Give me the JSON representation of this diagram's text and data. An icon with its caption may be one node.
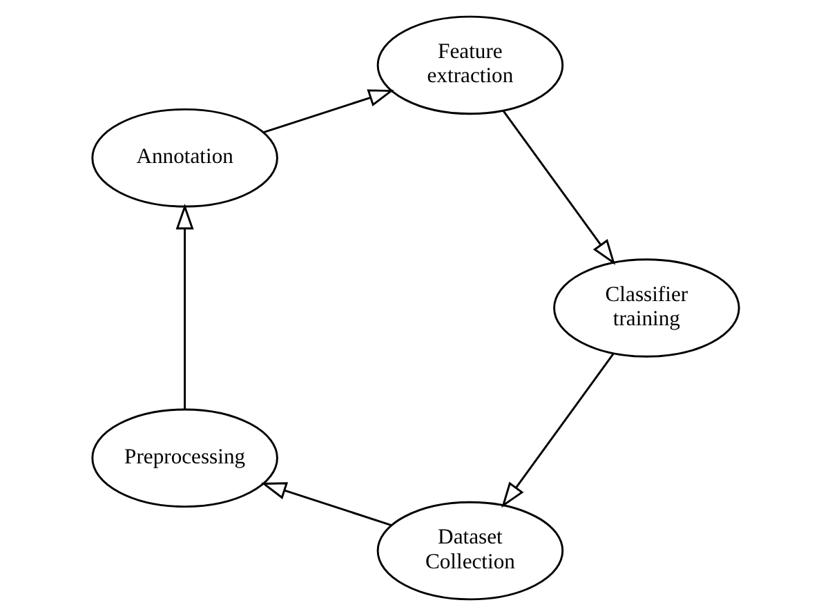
{
  "diagram": {
    "nodes": [
      {
        "text": [
          "Dataset Collection"
        ]
      },
      {
        "text": [
          "Preprocessing"
        ]
      },
      {
        "text": [
          "Annotation"
        ]
      },
      {
        "text": [
          "Feature extraction"
        ]
      },
      {
        "text": [
          "Classifier training"
        ]
      }
    ],
    "edges": [
      {
        "from": 0,
        "to": 1,
        "arrow": "to"
      },
      {
        "from": 1,
        "to": 2,
        "arrow": "to"
      },
      {
        "from": 2,
        "to": 3,
        "arrow": "to"
      },
      {
        "from": 3,
        "to": 4,
        "arrow": "to"
      },
      {
        "from": 4,
        "to": 0,
        "arrow": "to"
      }
    ]
  }
}
